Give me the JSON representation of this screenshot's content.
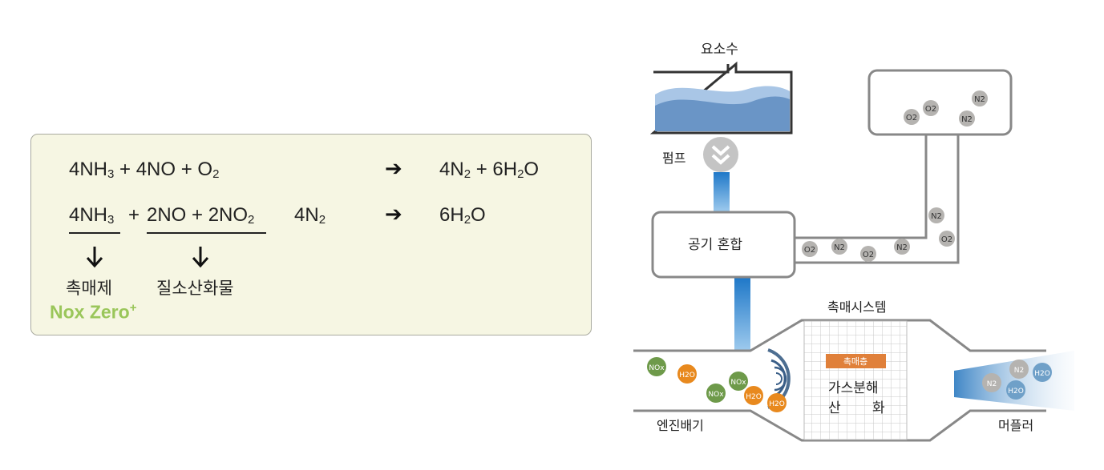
{
  "reaction_box": {
    "eq1": {
      "lhs": [
        "4NH",
        "3",
        " + 4NO + O",
        "2"
      ],
      "rhs": [
        "4N",
        "2",
        " + 6H",
        "2",
        "O"
      ]
    },
    "eq2": {
      "t1": [
        "4NH",
        "3"
      ],
      "plus1": "+",
      "t2": [
        "2NO + 2NO",
        "2"
      ],
      "t3": [
        "4N",
        "2"
      ],
      "rhs": [
        "6H",
        "2",
        "O"
      ]
    },
    "arrow": "➔",
    "down_arrow": "🠇",
    "catalyst_label": "촉매제",
    "nox_label": "질소산화물",
    "brand": {
      "name": "Nox Zero",
      "suffix": "+"
    }
  },
  "diagram": {
    "tank_label": "요소수",
    "pump_label": "펌프",
    "mixer_label": "공기 혼합",
    "catalyst_system_label": "촉매시스템",
    "catalyst_layer_label": "촉매층",
    "decomp_line1": "가스분해",
    "decomp_line2a": "산",
    "decomp_line2b": "화",
    "exhaust_label": "엔진배기",
    "muffler_label": "머플러",
    "molecules": {
      "o2": "O2",
      "n2": "N2",
      "nox": "NOx",
      "h2o": "H2O"
    },
    "colors": {
      "nox": "#6e9a4a",
      "h2o": "#e8891e",
      "gas": "#b5b3b0",
      "outlet": "#6fa0c8",
      "water": "#6a95c6",
      "catalyst_tag": "#e0803a"
    }
  }
}
